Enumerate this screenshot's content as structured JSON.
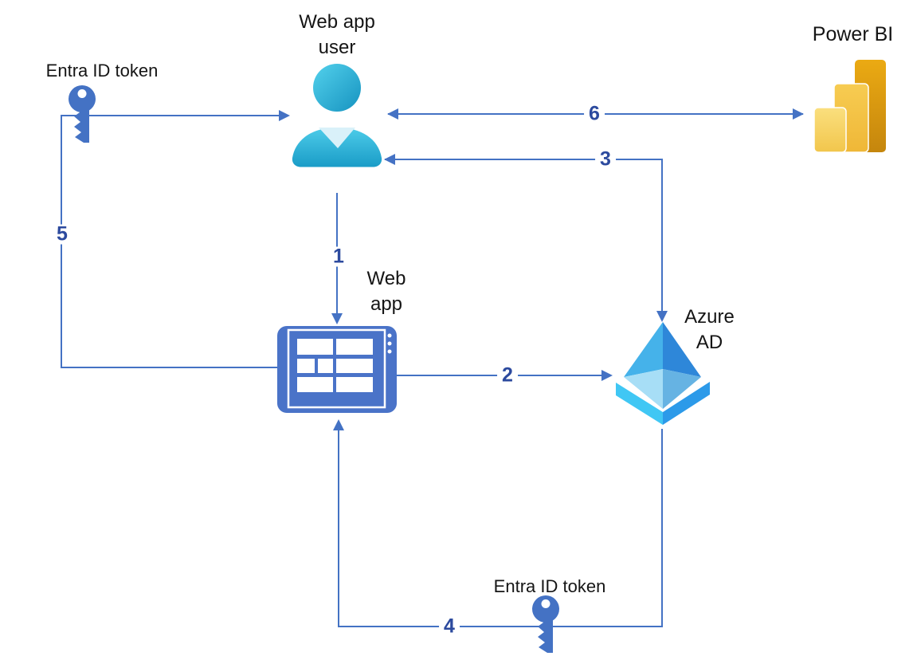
{
  "diagram": {
    "nodes": {
      "web_app_user": {
        "label": "Web app user",
        "icon": "user-icon"
      },
      "power_bi": {
        "label": "Power BI",
        "icon": "power-bi-logo"
      },
      "web_app": {
        "label": "Web app",
        "icon": "web-app-icon"
      },
      "azure_ad": {
        "label": "Azure AD",
        "icon": "azure-ad-icon"
      },
      "entra_token_top": {
        "label": "Entra ID token",
        "icon": "key-icon"
      },
      "entra_token_bottom": {
        "label": "Entra ID token",
        "icon": "key-icon"
      }
    },
    "steps": [
      {
        "number": "1"
      },
      {
        "number": "2"
      },
      {
        "number": "3"
      },
      {
        "number": "4"
      },
      {
        "number": "5"
      },
      {
        "number": "6"
      }
    ],
    "colors": {
      "connector": "#4472C4",
      "step_number": "#2C4A9E",
      "key_icon": "#4472C4",
      "web_app_icon": "#4A73C8",
      "user_icon_gradient": [
        "#53D1EC",
        "#1693C0"
      ],
      "user_icon_collar": "#D9F1F9",
      "power_bi_gold": [
        "#F9DA6B",
        "#F2C24A",
        "#E0A212"
      ],
      "azure_ad_blues": [
        "#45B2EA",
        "#2E87D9",
        "#A7DEF6",
        "#66B3E3",
        "#40C7F4",
        "#2C9AE9"
      ]
    }
  }
}
